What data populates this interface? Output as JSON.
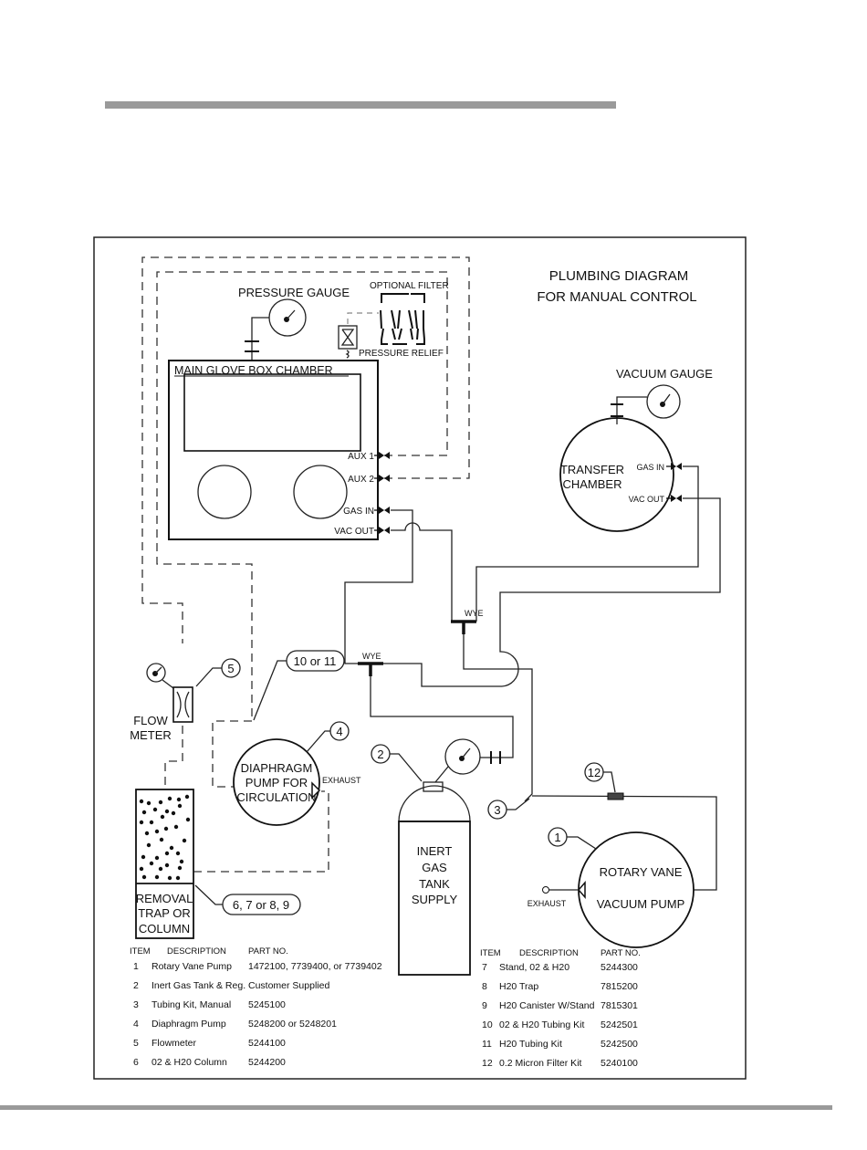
{
  "title": {
    "line1": "PLUMBING DIAGRAM",
    "line2": "FOR MANUAL CONTROL"
  },
  "components": {
    "main_chamber": "MAIN GLOVE BOX CHAMBER",
    "pressure_gauge": "PRESSURE GAUGE",
    "optional_filter": "OPTIONAL FILTER",
    "pressure_relief": "PRESSURE RELIEF",
    "ports": {
      "aux1": "AUX 1",
      "aux2": "AUX 2",
      "gas_in": "GAS IN",
      "vac_out": "VAC OUT"
    },
    "vacuum_gauge": "VACUUM GAUGE",
    "transfer_chamber": {
      "line1": "TRANSFER",
      "line2": "CHAMBER",
      "gas_in": "GAS IN",
      "vac_out": "VAC OUT"
    },
    "wye1": "WYE",
    "wye2": "WYE",
    "flow_meter": {
      "line1": "FLOW",
      "line2": "METER"
    },
    "diaphragm_pump": {
      "line1": "DIAPHRAGM",
      "line2": "PUMP FOR",
      "line3": "CIRCULATION",
      "exhaust": "EXHAUST"
    },
    "removal_trap": {
      "line1": "REMOVAL",
      "line2": "TRAP OR",
      "line3": "COLUMN"
    },
    "gas_tank": {
      "line1": "INERT",
      "line2": "GAS",
      "line3": "TANK",
      "line4": "SUPPLY"
    },
    "vacuum_pump": {
      "line1": "ROTARY VANE",
      "line2": "VACUUM PUMP",
      "exhaust": "EXHAUST"
    }
  },
  "callouts": {
    "c1": "1",
    "c2": "2",
    "c3": "3",
    "c4": "4",
    "c5": "5",
    "c10": "10 or 11",
    "c12": "12",
    "c6": "6, 7 or 8, 9"
  },
  "parts_headers": {
    "item": "ITEM",
    "description": "DESCRIPTION",
    "part_no": "PART NO."
  },
  "parts_left": [
    {
      "item": "1",
      "description": "Rotary Vane Pump",
      "part_no": "1472100, 7739400, or 7739402"
    },
    {
      "item": "2",
      "description": "Inert Gas Tank & Reg.",
      "part_no": "Customer Supplied"
    },
    {
      "item": "3",
      "description": "Tubing Kit, Manual",
      "part_no": "5245100"
    },
    {
      "item": "4",
      "description": "Diaphragm Pump",
      "part_no": "5248200 or 5248201"
    },
    {
      "item": "5",
      "description": "Flowmeter",
      "part_no": "5244100"
    },
    {
      "item": "6",
      "description": "02 & H20 Column",
      "part_no": "5244200"
    }
  ],
  "parts_right": [
    {
      "item": "7",
      "description": "Stand, 02 & H20",
      "part_no": "5244300"
    },
    {
      "item": "8",
      "description": "H20 Trap",
      "part_no": "7815200"
    },
    {
      "item": "9",
      "description": "H20 Canister W/Stand",
      "part_no": "7815301"
    },
    {
      "item": "10",
      "description": "02 & H20 Tubing Kit",
      "part_no": "5242501"
    },
    {
      "item": "11",
      "description": "H20 Tubing Kit",
      "part_no": "5242500"
    },
    {
      "item": "12",
      "description": "0.2 Micron Filter Kit",
      "part_no": "5240100"
    }
  ]
}
